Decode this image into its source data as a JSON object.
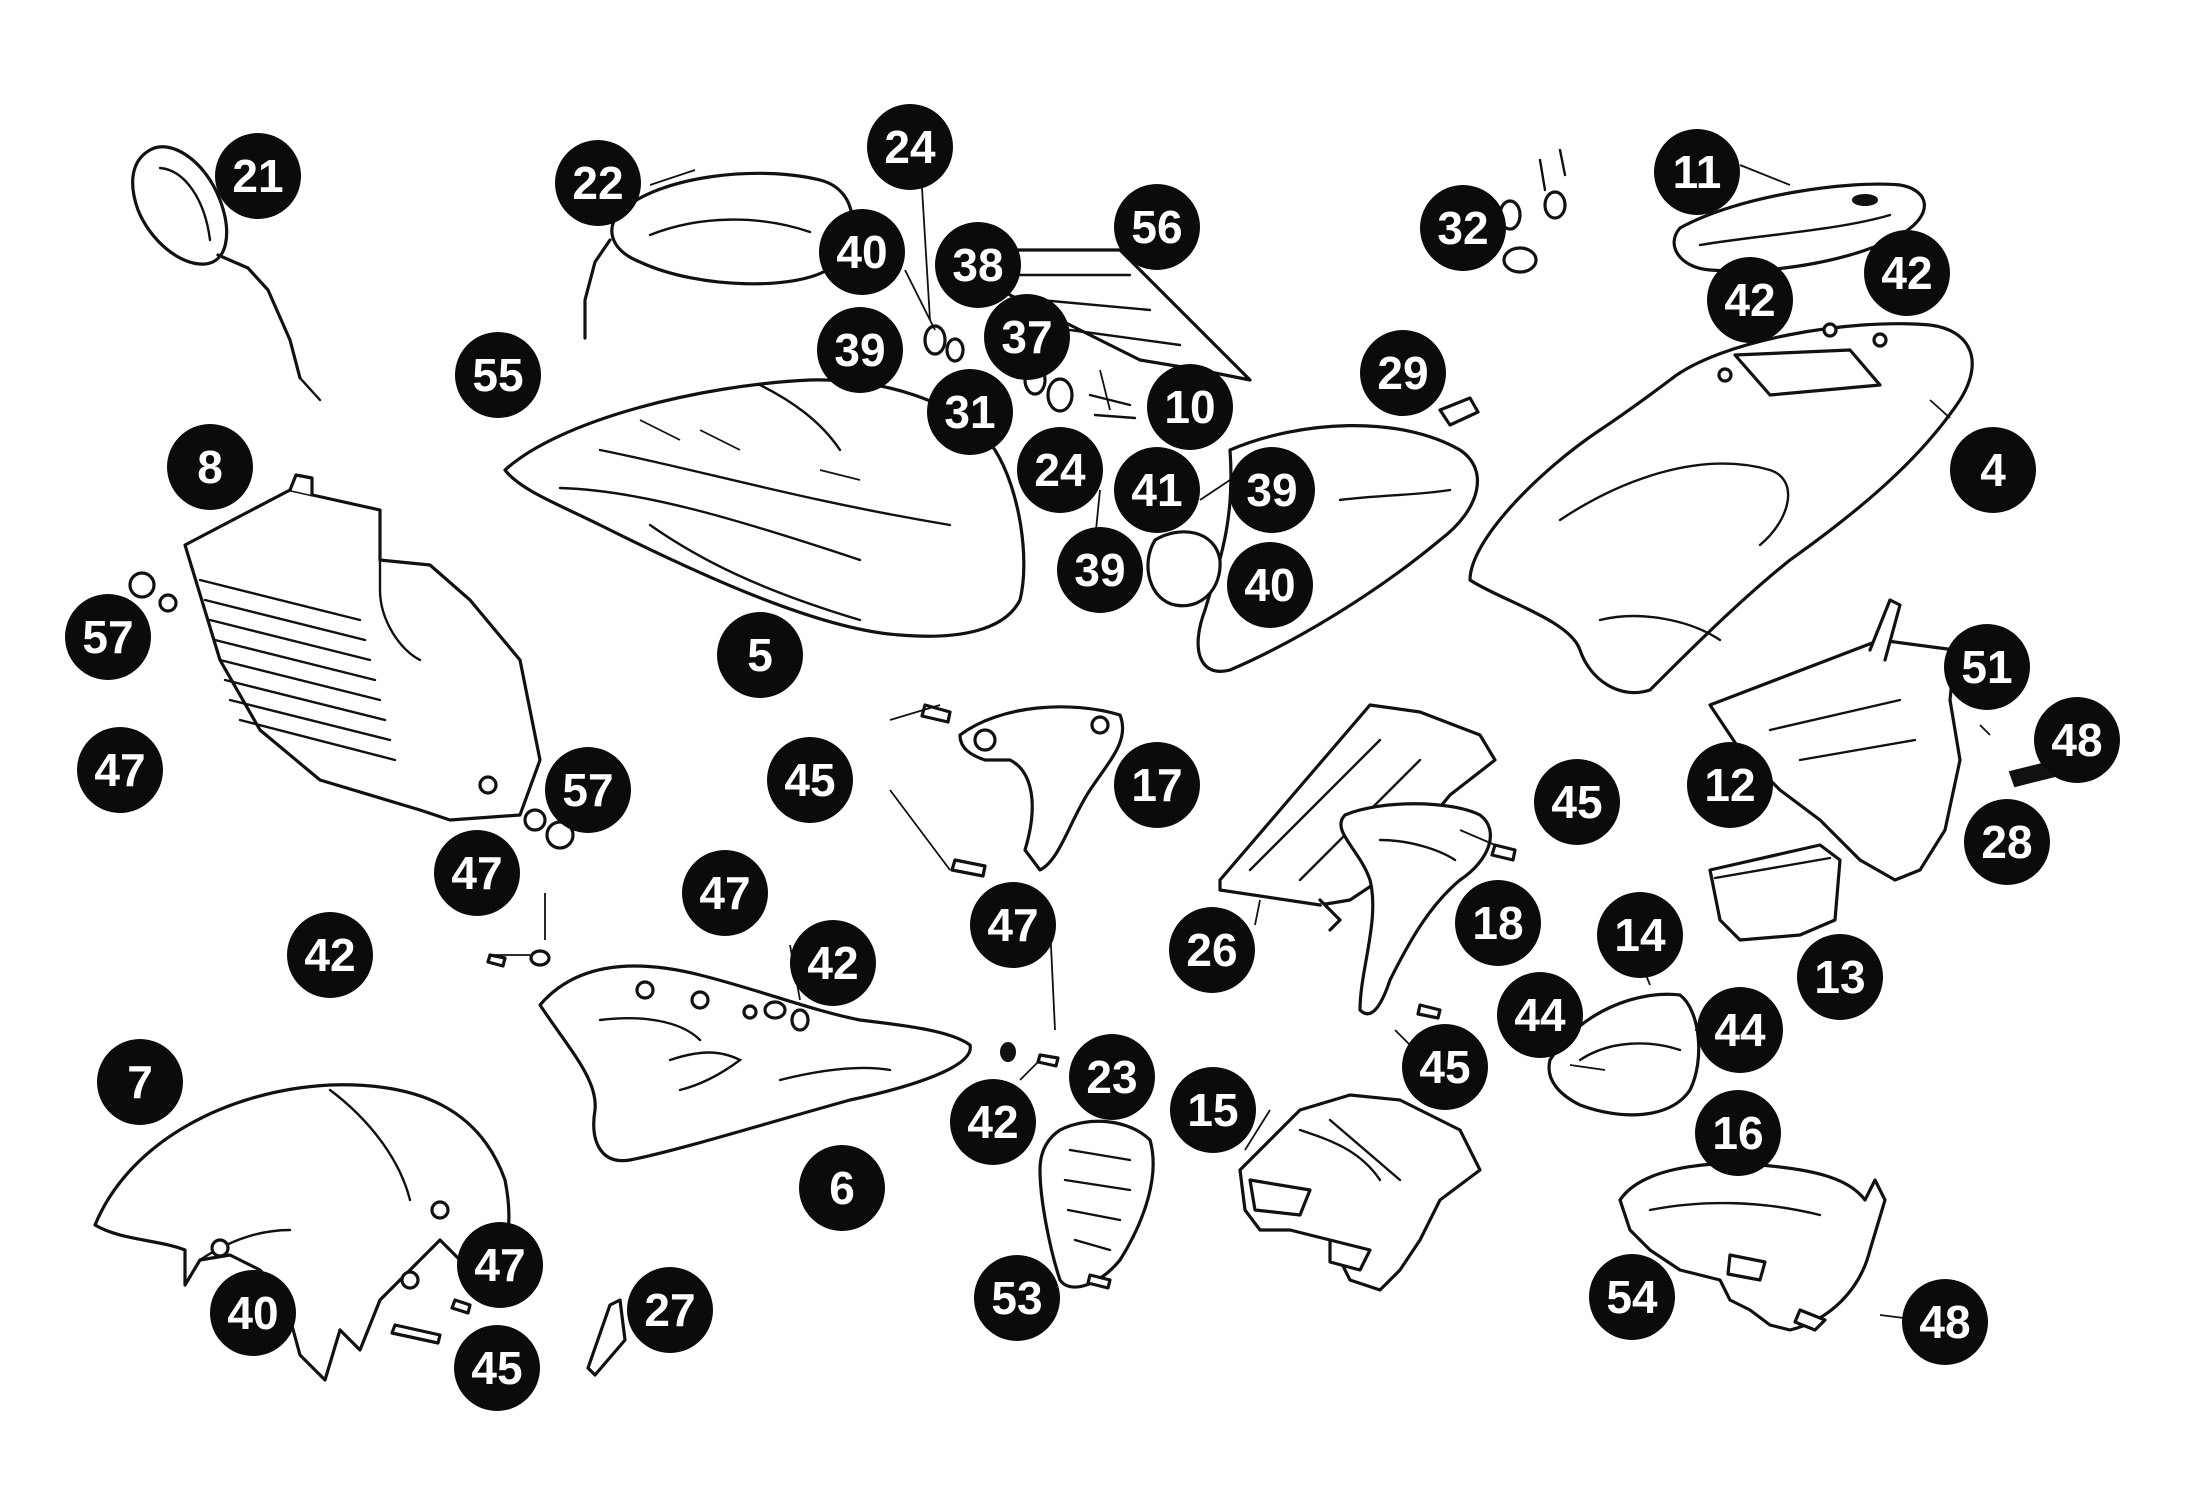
{
  "labels": [
    "21",
    "22",
    "24",
    "40",
    "38",
    "56",
    "39",
    "37",
    "31",
    "55",
    "10",
    "24",
    "41",
    "39",
    "39",
    "40",
    "5",
    "32",
    "11",
    "42",
    "42",
    "29",
    "4",
    "8",
    "57",
    "47",
    "57",
    "47",
    "45",
    "17",
    "51",
    "48",
    "12",
    "28",
    "45",
    "26",
    "18",
    "13",
    "14",
    "44",
    "44",
    "45",
    "42",
    "47",
    "42",
    "47",
    "42",
    "6",
    "7",
    "23",
    "15",
    "16",
    "40",
    "47",
    "45",
    "27",
    "53",
    "54",
    "48"
  ]
}
